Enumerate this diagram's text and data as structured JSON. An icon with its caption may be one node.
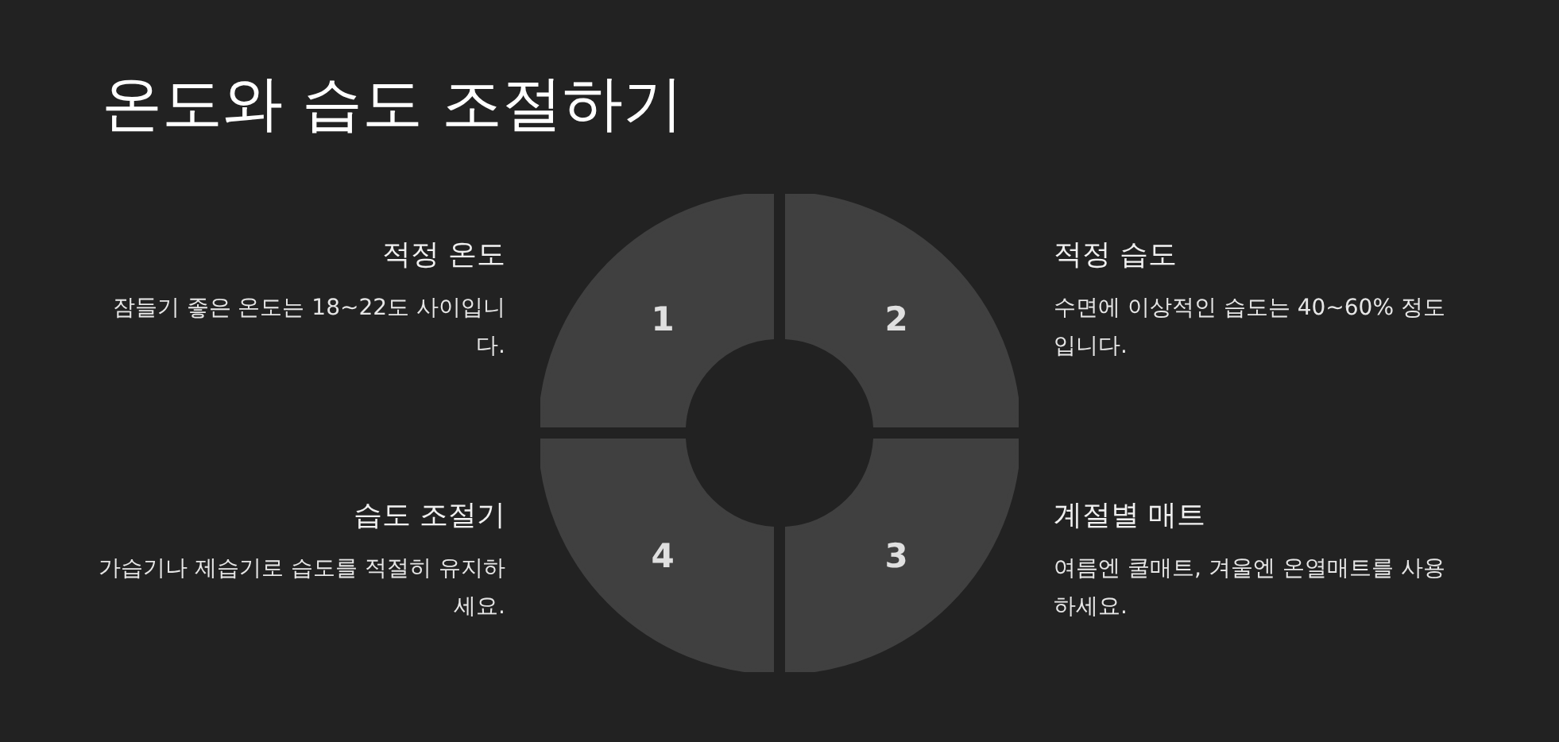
{
  "diagram": {
    "title": "온도와 습도 조절하기",
    "nodes": [
      {
        "text": [
          "1"
        ],
        "beside": [
          "적정 온도",
          "잠들기 좋은 온도는 18~22도 사이입니다."
        ]
      },
      {
        "text": [
          "2"
        ],
        "beside": [
          "적정 습도",
          "수면에 이상적인 습도는 40~60% 정도입니다."
        ]
      },
      {
        "text": [
          "3"
        ],
        "beside": [
          "계절별 매트",
          "여름엔 쿨매트, 겨울엔 온열매트를 사용하세요."
        ]
      },
      {
        "text": [
          "4"
        ],
        "beside": [
          "습도 조절기",
          "가습기나 제습기로 습도를 적절히 유지하세요."
        ]
      }
    ]
  }
}
